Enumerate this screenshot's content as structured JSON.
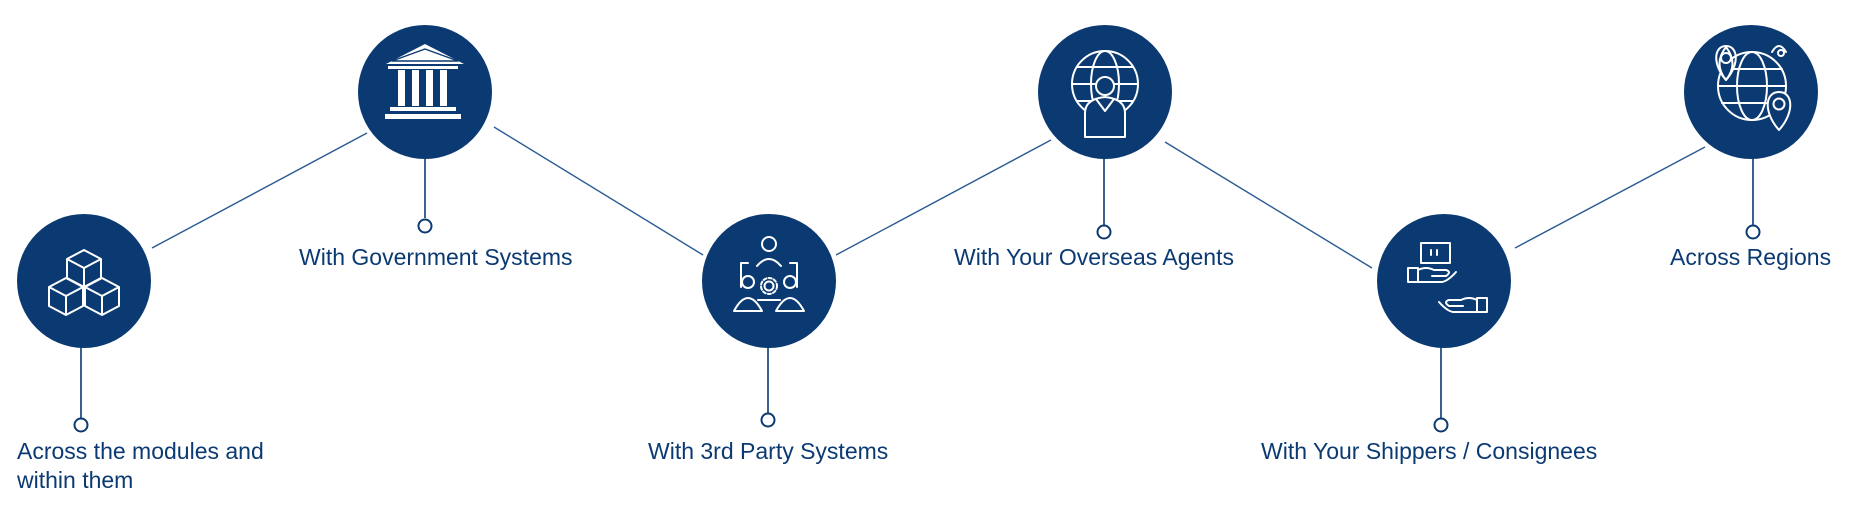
{
  "diagram": {
    "colors": {
      "node_fill": "#0b3a73",
      "connector": "#2a5a93",
      "text": "#0b3a73"
    },
    "nodes": [
      {
        "icon": "cubes-icon",
        "label": "Across the modules and within them"
      },
      {
        "icon": "government-building-icon",
        "label": "With Government Systems"
      },
      {
        "icon": "team-network-icon",
        "label": "With 3rd Party Systems"
      },
      {
        "icon": "globe-person-icon",
        "label": "With Your Overseas Agents"
      },
      {
        "icon": "package-handover-icon",
        "label": "With Your Shippers / Consignees"
      },
      {
        "icon": "globe-pins-icon",
        "label": "Across Regions"
      }
    ]
  }
}
